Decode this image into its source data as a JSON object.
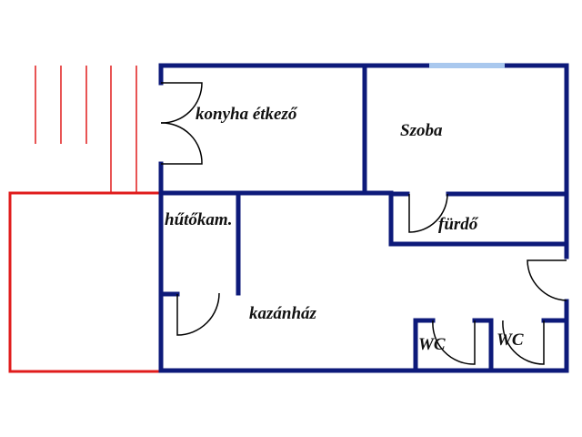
{
  "colors": {
    "wall": "#0d1a7a",
    "window": "#a9c8ee",
    "terrace": "#e01b1b",
    "door": "#000000"
  },
  "rooms": {
    "kitchen": "konyha étkező",
    "room": "Szoba",
    "bathroom": "fürdő",
    "cold_storage": "hűtőkam.",
    "boiler_room": "kazánház",
    "wc1": "WC",
    "wc2": "WC"
  }
}
